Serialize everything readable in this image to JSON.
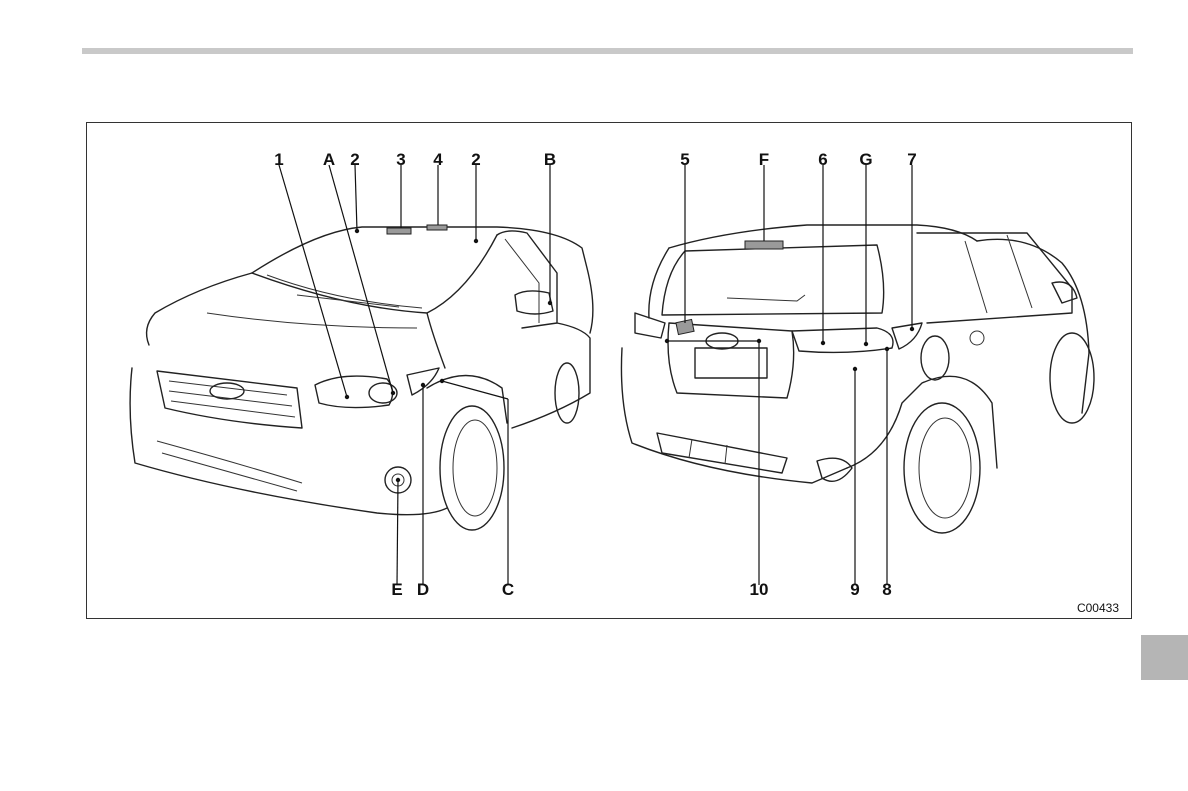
{
  "figure": {
    "code": "C00433",
    "callouts": {
      "c_1": "1",
      "c_A": "A",
      "c_2a": "2",
      "c_3": "3",
      "c_4": "4",
      "c_2b": "2",
      "c_B": "B",
      "c_5": "5",
      "c_F": "F",
      "c_6": "6",
      "c_G": "G",
      "c_7": "7",
      "c_E": "E",
      "c_D": "D",
      "c_C": "C",
      "c_10": "10",
      "c_9": "9",
      "c_8": "8"
    }
  },
  "colors": {
    "top_rule": "#c9c9c9",
    "side_tab": "#b5b5b5",
    "label_patch": "#9a9a9a"
  }
}
